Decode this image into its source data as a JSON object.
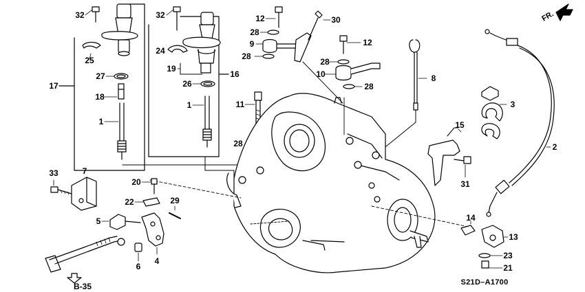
{
  "callouts": {
    "c32a": "32",
    "c32b": "32",
    "c25": "25",
    "c27": "27",
    "c17": "17",
    "c18": "18",
    "c1a": "1",
    "c24": "24",
    "c19": "19",
    "c26": "26",
    "c16": "16",
    "c1b": "1",
    "c12a": "12",
    "c28a": "28",
    "c9": "9",
    "c28b": "28",
    "c30": "30",
    "c12b": "12",
    "c28c": "28",
    "c10": "10",
    "c28d": "28",
    "c8": "8",
    "c11": "11",
    "c28e": "28",
    "c3": "3",
    "c15": "15",
    "c2": "2",
    "c31": "31",
    "c33": "33",
    "c7": "7",
    "c20": "20",
    "c22": "22",
    "c29": "29",
    "c5": "5",
    "c6": "6",
    "c4": "4",
    "c14": "14",
    "c13": "13",
    "c23": "23",
    "c21": "21"
  },
  "direction_label": "FR.",
  "reference_label": "B-35",
  "diagram_code": "S21D–A1700"
}
